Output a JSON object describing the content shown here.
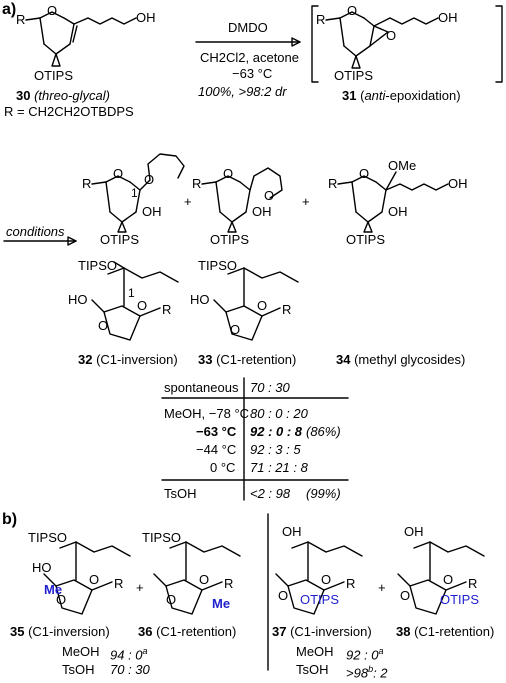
{
  "panels": {
    "a": "a)",
    "b": "b)"
  },
  "scheme_a": {
    "atoms": {
      "R": "R",
      "O": "O",
      "OH": "OH",
      "OTIPS": "OTIPS",
      "TIPSO": "TIPSO",
      "HO": "HO",
      "OMe": "OMe",
      "Me": "Me",
      "C1": "1"
    },
    "reagent": {
      "line1": "DMDO",
      "line2": "CH2Cl2, acetone",
      "line3": "−63 °C",
      "line4": "100%, >98:2 dr"
    },
    "cmpd30": {
      "number": "30",
      "name": "(threo-glycal)",
      "rdef": "R = CH2CH2OTBDPS"
    },
    "cmpd31": {
      "number": "31",
      "name_pre": "(",
      "name_it": "anti",
      "name_post": "-epoxidation)"
    },
    "conditions": "conditions",
    "plus": "+",
    "cmpd32": {
      "number": "32",
      "name": "(C1-inversion)"
    },
    "cmpd33": {
      "number": "33",
      "name": "(C1-retention)"
    },
    "cmpd34": {
      "number": "34",
      "name": "(methyl glycosides)"
    }
  },
  "table": {
    "rows": [
      {
        "label": "spontaneous",
        "ratio": "70 : 30",
        "yield": ""
      },
      {
        "label": "MeOH, −78 °C",
        "ratio": "80 :  0 : 20",
        "yield": ""
      },
      {
        "label": "−63 °C",
        "ratio": "92 :  0 :  8",
        "yield": "(86%)"
      },
      {
        "label": "−44 °C",
        "ratio": "92 :  3 :  5",
        "yield": ""
      },
      {
        "label": "0 °C",
        "ratio": "71 : 21 :  8",
        "yield": ""
      },
      {
        "label": "TsOH",
        "ratio": "<2 : 98",
        "yield": "(99%)"
      }
    ]
  },
  "scheme_b": {
    "cmpd35": {
      "number": "35",
      "name": "(C1-inversion)"
    },
    "cmpd36": {
      "number": "36",
      "name": "(C1-retention)"
    },
    "cmpd37": {
      "number": "37",
      "name": "(C1-inversion)"
    },
    "cmpd38": {
      "number": "38",
      "name": "(C1-retention)"
    },
    "left_results": [
      {
        "solvent": "MeOH",
        "ratio": "94 :  0",
        "sup": "a"
      },
      {
        "solvent": "TsOH",
        "ratio": "70 : 30",
        "sup": ""
      }
    ],
    "right_results": [
      {
        "solvent": "MeOH",
        "ratio": "92 :  0",
        "sup": "a"
      },
      {
        "solvent": "TsOH",
        "ratio": ">98",
        "sup": "b",
        "ratio2": ":  2"
      }
    ]
  }
}
